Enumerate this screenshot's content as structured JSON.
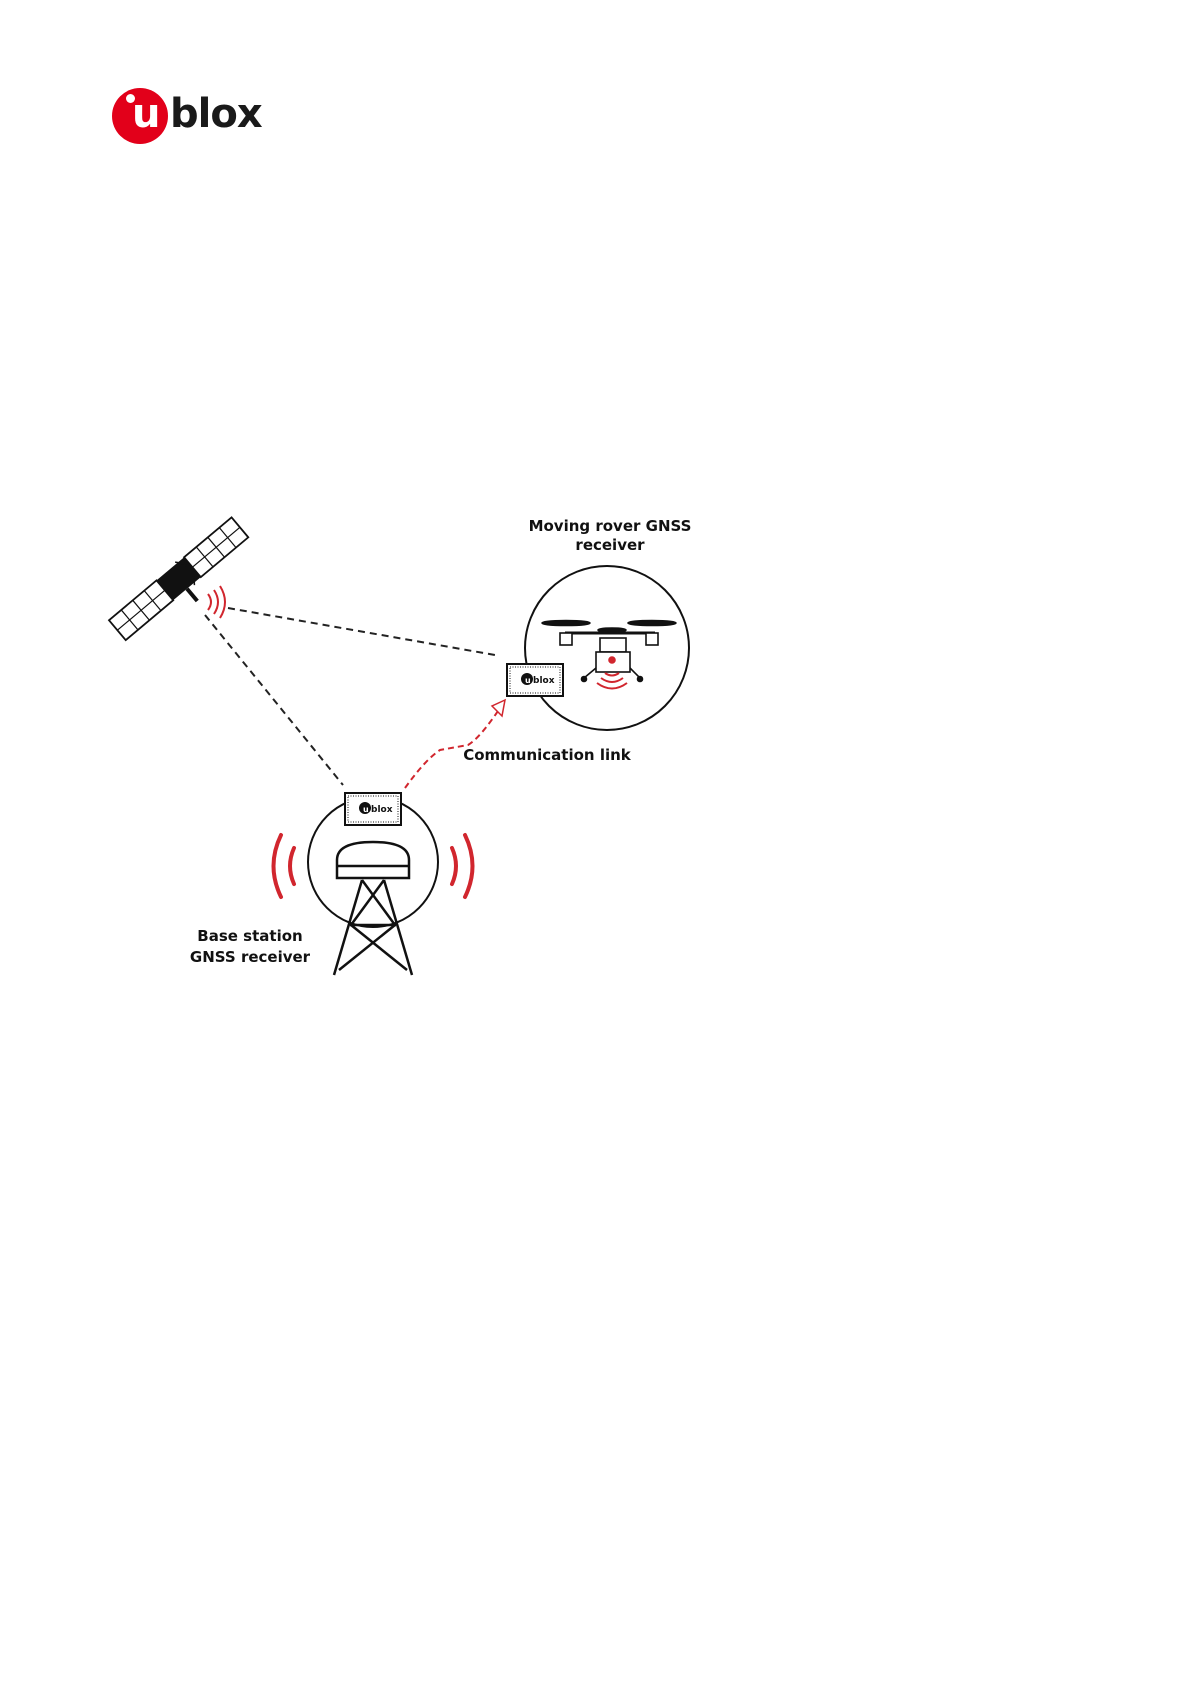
{
  "brand": {
    "name": "ublox",
    "accent_color": "#e2001a"
  },
  "diagram": {
    "labels": {
      "rover_line1": "Moving rover GNSS",
      "rover_line2": "receiver",
      "comm_link": "Communication link",
      "base_line1": "Base station",
      "base_line2": "GNSS receiver"
    },
    "chip_label": "blox",
    "icons": [
      "satellite-icon",
      "drone-icon",
      "base-station-tower-icon",
      "gnss-antenna-icon",
      "ublox-module-icon",
      "radio-wave-icon"
    ],
    "colors": {
      "signal": "#d1262e",
      "line": "#222222"
    }
  }
}
